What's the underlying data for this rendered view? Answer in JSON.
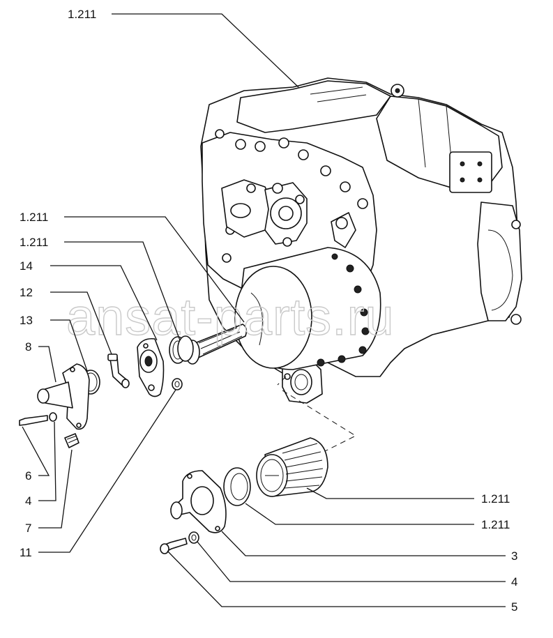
{
  "labels": {
    "top": "1.211",
    "left_a": "1.211",
    "left_b": "1.211",
    "n14": "14",
    "n12": "12",
    "n13": "13",
    "n8": "8",
    "n6": "6",
    "n4_left": "4",
    "n7": "7",
    "n11": "11",
    "right_a": "1.211",
    "right_b": "1.211",
    "n3": "3",
    "n4_right": "4",
    "n5": "5"
  },
  "watermark": "ansat-parts.ru"
}
